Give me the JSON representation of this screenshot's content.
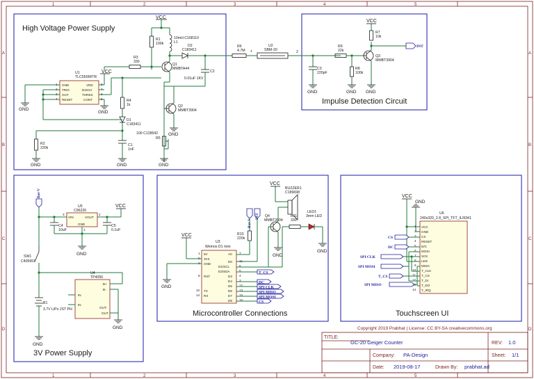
{
  "border": {
    "cols": [
      "1",
      "2",
      "3",
      "4",
      "5"
    ],
    "rows": [
      "A",
      "B",
      "C",
      "D"
    ]
  },
  "blocks": {
    "hv": "High Voltage Power Supply",
    "imp": "Impulse Detection Circuit",
    "pwr": "3V Power Supply",
    "mcu": "Microcontroller Connections",
    "ts": "Touchscreen UI"
  },
  "power": {
    "vcc": "VCC",
    "gnd": "GND"
  },
  "hv": {
    "u1_ref": "U1",
    "u1_part": "TLC555M/TR",
    "u1_pins": [
      "GND",
      "TRIG",
      "OUT",
      "RESET",
      "VDD",
      "DISCH",
      "THRES",
      "CONT"
    ],
    "u1_nums": [
      "1",
      "2",
      "3",
      "4",
      "8",
      "7",
      "6",
      "5"
    ],
    "r1_ref": "R1",
    "r1_val": "100k",
    "l1_ref": "L1",
    "l1_val": "10mH C168110",
    "d2_ref": "D2",
    "d2_val": "C183411",
    "r3_ref": "R3",
    "r3_val": "330",
    "q1_ref": "Q1",
    "q1_part": "MMBTA44",
    "c2_ref": "C2",
    "c2_val": "0.01uF 1KV",
    "r4_ref": "R4",
    "r4_val": "1k",
    "q2_ref": "Q2",
    "q2_part": "MMBT3904",
    "d1_ref": "D1",
    "d1_val": "C183411",
    "c1_ref": "C1",
    "c1_val": "1nF",
    "r2_ref": "R2",
    "r2_val": "220k",
    "r5_ref": "R5",
    "r5_val": "100 C128542"
  },
  "tube": {
    "r6_ref": "R6",
    "r6_val": "4.7M",
    "u2_ref": "U2",
    "u2_part": "SBM-20",
    "plus": "+",
    "pin2": "2"
  },
  "imp": {
    "r7_ref": "R7",
    "r7_val": "10k",
    "r9_ref": "R9",
    "r9_val": "22k",
    "r8_ref": "R8",
    "r8_val": "100k",
    "c3_ref": "C3",
    "c3_val": "220pF",
    "q3_ref": "Q3",
    "q3_part": "MMBT3904",
    "int": "INT"
  },
  "pwr": {
    "bat_flag": "Bat-V",
    "u5_ref": "U5",
    "u5_part": "C96226",
    "u5_pins": [
      "VIN",
      "VOUT",
      "GND"
    ],
    "u5_nums": [
      "3",
      "2",
      "1"
    ],
    "c4_ref": "C4",
    "c4_val": "10uF",
    "c5_ref": "C5",
    "c5_val": "0.1uF",
    "sw1_ref": "SW1",
    "sw1_part": "C405951",
    "u4_ref": "U4",
    "u4_part": "TP4056",
    "u4_pins": [
      "B+",
      "B-",
      "IN",
      "IN",
      "OUT-",
      "OUT"
    ],
    "b1_ref": "B1",
    "b1_part": "3.7V LiPo JST PH"
  },
  "mcu": {
    "u3_ref": "U3",
    "u3_part": "Wemos D1 mini",
    "left_pins": [
      "5V",
      "3V3",
      "GND",
      "RST",
      "TX",
      "RX"
    ],
    "left_nums": [
      "1",
      "9",
      "2",
      "8",
      "10",
      "14"
    ],
    "right_pins": [
      "A0",
      "D0",
      "D1/SCL",
      "D2/SDA",
      "D3",
      "D4",
      "D5",
      "D6",
      "D7",
      "D8"
    ],
    "right_nums": [
      "7",
      "11",
      "6",
      "5",
      "4",
      "3",
      "12",
      "13",
      "15",
      "16"
    ],
    "bat_flag": "Bat-V",
    "int_flag": "INT",
    "r10_ref": "R10",
    "r10_val": "220k",
    "q4_ref": "Q4",
    "q4_part": "MMBT3904",
    "bz_ref": "BUZZER1",
    "bz_part": "C189698",
    "r11_ref": "R11",
    "r11_val": "330",
    "led_ref": "LED1",
    "led_part": "3mm LED",
    "nets": [
      "T_CS",
      "DC",
      "SPI CLK",
      "SPI MISO",
      "SPI MOSI",
      "CS"
    ]
  },
  "ts": {
    "u6_ref": "U6",
    "u6_part": "240x320_2.8_SPI_TFT_ILI9341",
    "pins": [
      "VCC",
      "GND",
      "CS",
      "RESET",
      "D/C",
      "MOSI",
      "SCK",
      "LED",
      "MISO",
      "T_CLK",
      "T_CS",
      "T_DI",
      "T_DO",
      "T_IRQ"
    ],
    "nums": [
      "1",
      "2",
      "3",
      "4",
      "5",
      "6",
      "7",
      "8",
      "9",
      "10",
      "11",
      "12",
      "13",
      "14"
    ],
    "nets": [
      "CS",
      "DC",
      "SPI CLK",
      "SPI MOSI",
      "T_CS",
      "SPI MISO"
    ]
  },
  "footer": {
    "copyright": "Copyright 2019 Prabhat   |   License: CC BY-SA creativecommons.org",
    "title_label": "TITLE:",
    "title": "GC-20 Geiger Counter",
    "rev_label": "REV:",
    "rev": "1.0",
    "company_label": "Company:",
    "company": "PA-Design",
    "sheet_label": "Sheet:",
    "sheet": "1/1",
    "date_label": "Date:",
    "date": "2019-08-17",
    "drawn_label": "Drawn By:",
    "drawn": "prabhat.ad"
  },
  "colors": {
    "wire": "#1f7a3a",
    "block_border": "#1a1aa8",
    "frame": "#7a1f1f",
    "ic_fill": "#fffde0",
    "net_label": "#1a1a9a",
    "led": "#cc2222"
  }
}
